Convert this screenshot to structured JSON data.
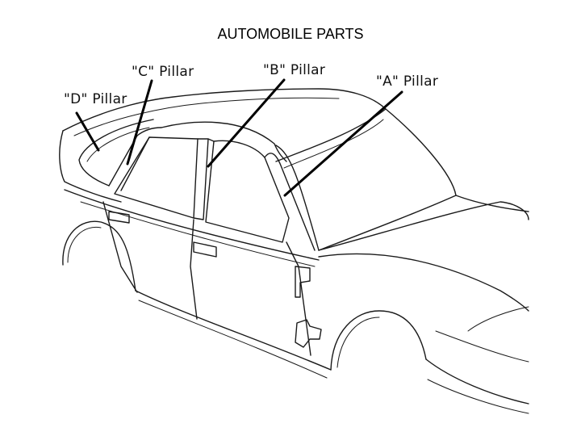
{
  "title": "AUTOMOBILE PARTS",
  "labels": {
    "d_pillar": "\"D\" Pillar",
    "c_pillar": "\"C\" Pillar",
    "b_pillar": "\"B\" Pillar",
    "a_pillar": "\"A\" Pillar"
  }
}
